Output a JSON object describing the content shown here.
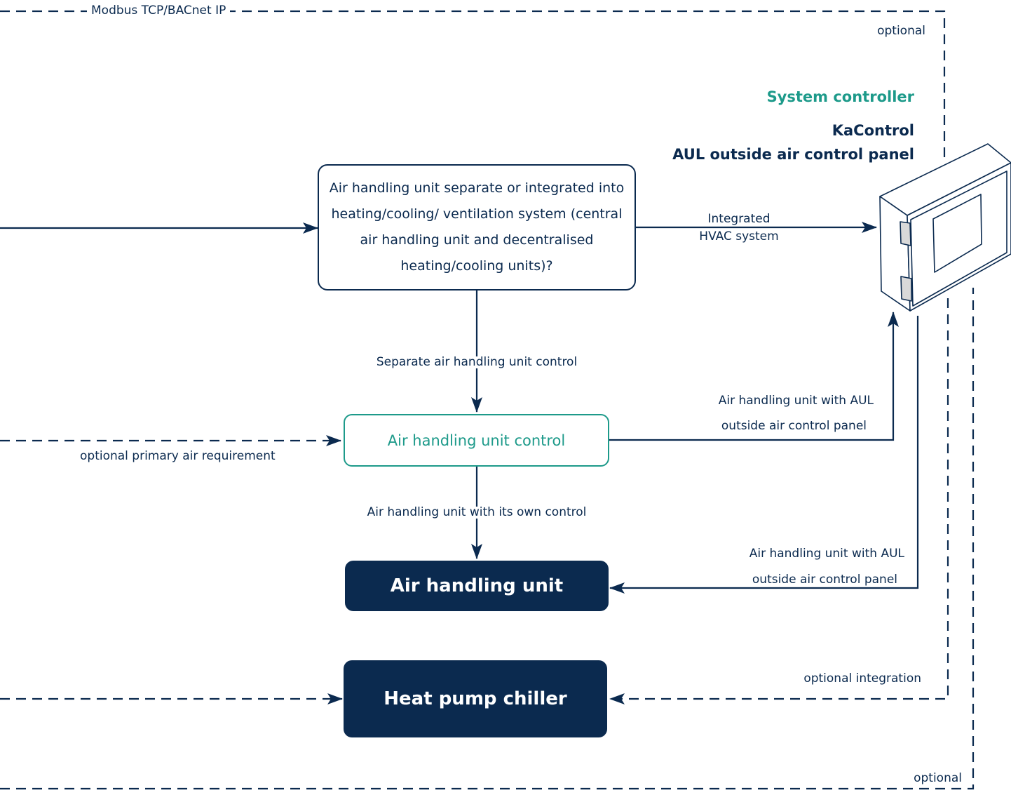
{
  "colors": {
    "navy": "#0b2a4f",
    "teal": "#1d9a8a",
    "background": "#ffffff"
  },
  "header": {
    "system_controller_label": "System controller",
    "device_title_line1": "KaControl",
    "device_title_line2": "AUL outside air control panel"
  },
  "labels": {
    "modbus": "Modbus TCP/BACnet IP",
    "optional_top": "optional",
    "optional_bottom": "optional",
    "integrated_line1": "Integrated",
    "integrated_line2": "HVAC system",
    "separate_control": "Separate air handling unit control",
    "aul_panel_1_line1": "Air handling unit with AUL",
    "aul_panel_1_line2": "outside air control panel",
    "optional_primary_air": "optional primary air requirement",
    "own_control": "Air handling unit with its own control",
    "aul_panel_2_line1": "Air handling unit with AUL",
    "aul_panel_2_line2": "outside air control panel",
    "optional_integration": "optional integration"
  },
  "nodes": {
    "decision": "Air handling unit separate or integrated into heating/cooling/ ventilation system (central air handling unit and decentralised heating/cooling units)?",
    "ahu_control": "Air handling unit control",
    "ahu": "Air handling unit",
    "heat_pump": "Heat pump chiller"
  },
  "icons": {
    "controller": "control-cabinet-icon"
  }
}
